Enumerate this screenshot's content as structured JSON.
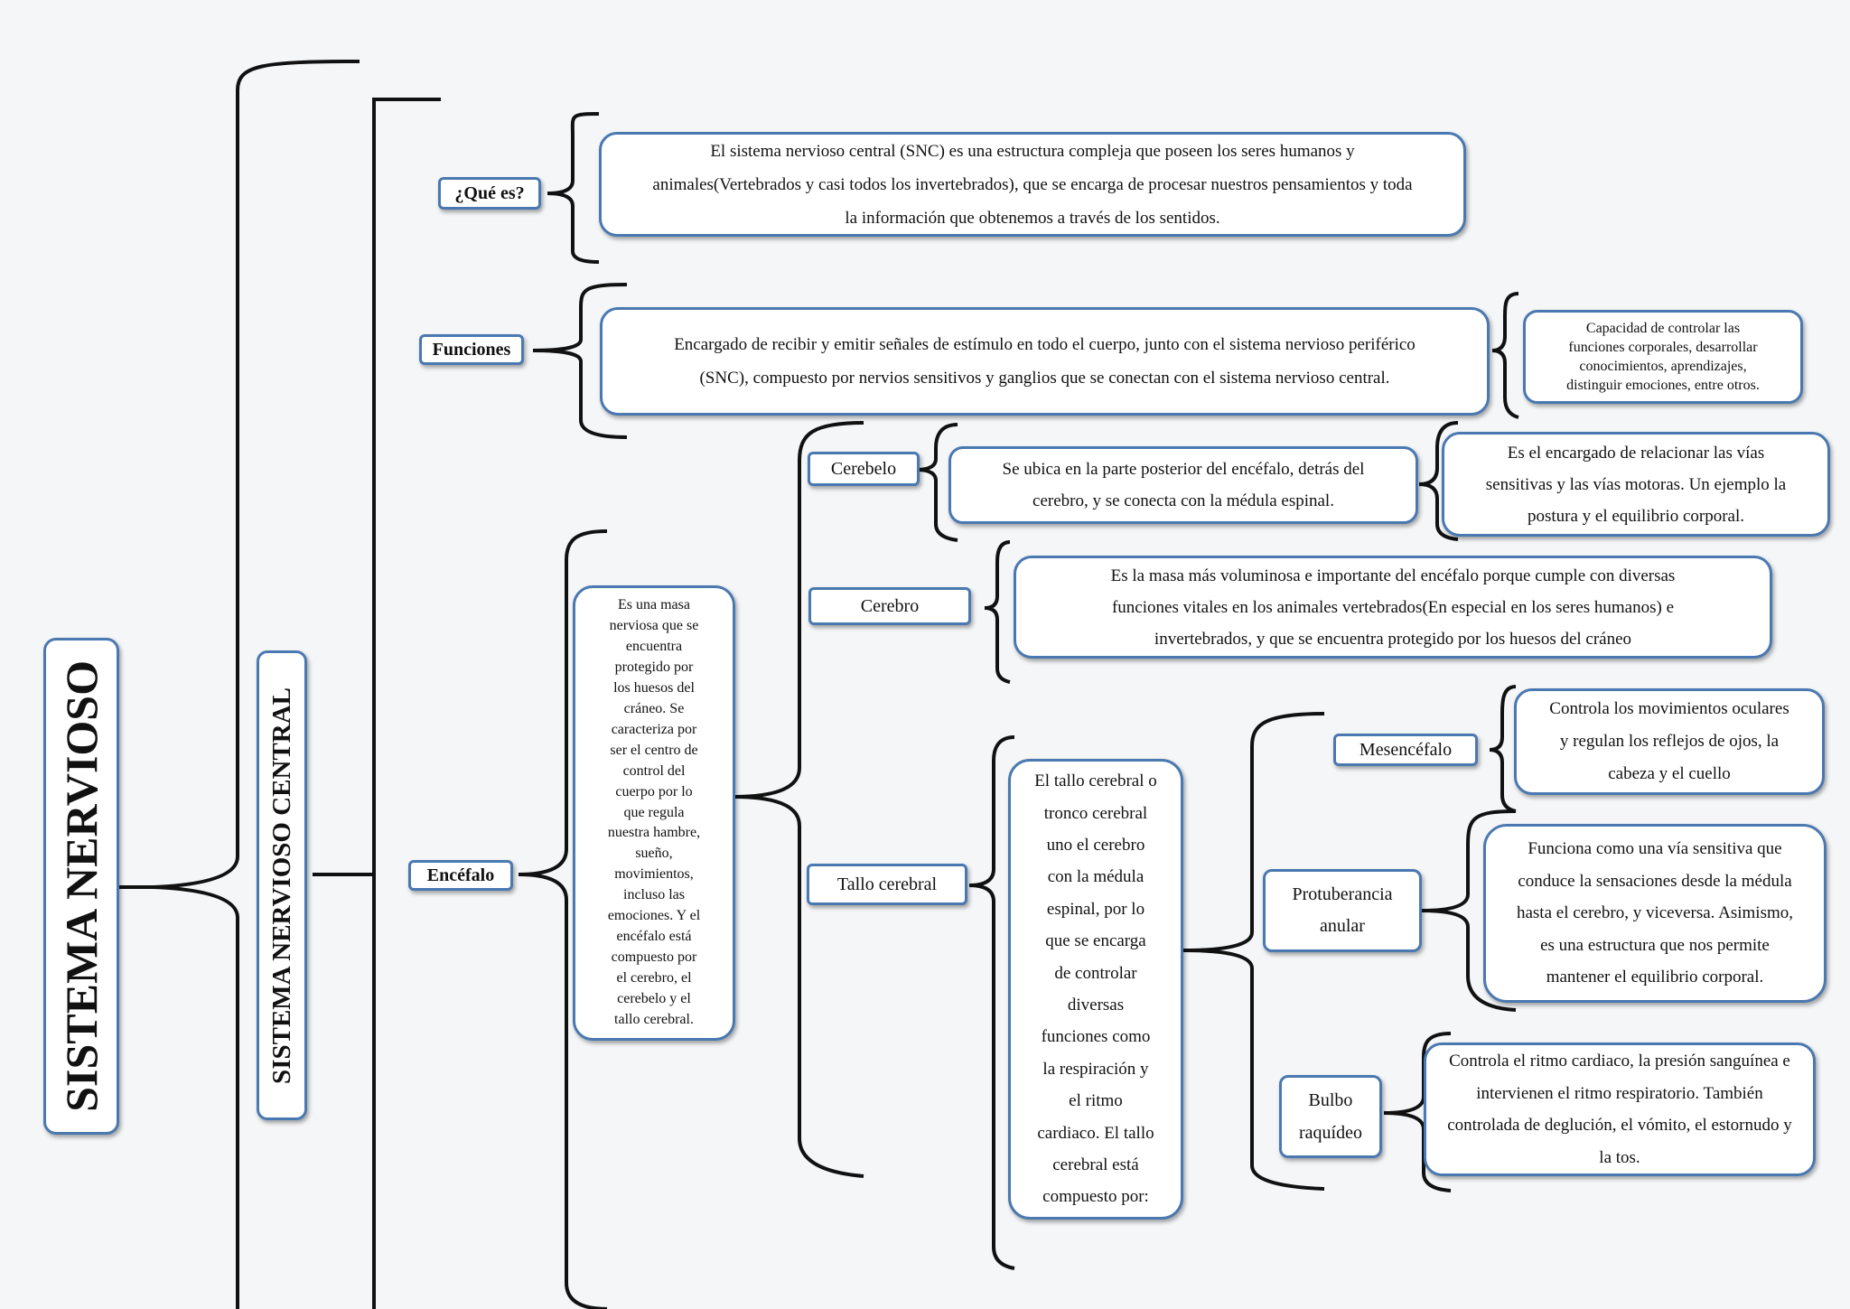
{
  "title": "SISTEMA NERVIOSO",
  "subtitle": "SISTEMA NERVIOSO CENTRAL",
  "que_es": {
    "label": "¿Qué es?",
    "text": "El sistema nervioso central (SNC) es una estructura compleja que poseen los seres humanos y\nanimales(Vertebrados y casi todos los invertebrados), que se encarga de procesar nuestros  pensamientos y toda\nla información que obtenemos a través de los sentidos."
  },
  "funciones": {
    "label": "Funciones",
    "text": "Encargado de recibir y emitir señales de estímulo en todo el cuerpo, junto con el sistema nervioso  periférico\n(SNC), compuesto por nervios sensitivos y ganglios que se conectan con el sistema nervioso  central.",
    "detail": "Capacidad de controlar las\nfunciones corporales, desarrollar\nconocimientos, aprendizajes,\ndistinguir emociones, entre otros."
  },
  "encefalo": {
    "label": "Encéfalo",
    "text": "Es una masa\nnerviosa que se\nencuentra\nprotegido por\nlos  huesos del\ncráneo.  Se\ncaracteriza por\nser el centro de\ncontrol del\ncuerpo  por lo\nque regula\nnuestra hambre,\nsueño,\nmovimientos,\nincluso las\nemociones. Y el\nencéfalo está\ncompuesto por\nel  cerebro, el\ncerebelo y el\ntallo  cerebral."
  },
  "cerebelo": {
    "label": "Cerebelo",
    "text": "Se ubica en la parte posterior del encéfalo, detrás del\ncerebro, y se conecta con la médula espinal.",
    "detail": "Es el encargado de relacionar las vías\nsensitivas y las vías motoras. Un ejemplo la\npostura y el equilibrio corporal."
  },
  "cerebro": {
    "label": "Cerebro",
    "text": "Es la masa más voluminosa e importante del encéfalo porque cumple con diversas\nfunciones vitales en los animales vertebrados(En especial en los seres humanos) e\ninvertebrados, y que se encuentra protegido por los huesos del cráneo"
  },
  "tallo": {
    "label": "Tallo cerebral",
    "text": "El tallo cerebral o\ntronco cerebral\nuno el cerebro\ncon la médula\nespinal, por lo\nque  se encarga\nde  controlar\ndiversas\nfunciones como\nla  respiración y\nel  ritmo\ncardiaco. El  tallo\ncerebral está\ncompuesto por:"
  },
  "mesencefalo": {
    "label": "Mesencéfalo",
    "text": "Controla los movimientos oculares\ny regulan los reflejos de ojos, la\ncabeza y el cuello"
  },
  "protuberancia": {
    "label": "Protuberancia\nanular",
    "text": "Funciona como una vía sensitiva que\nconduce la sensaciones desde la  médula\nhasta el cerebro, y viceversa.  Asimismo,\nes una estructura que nos  permite\nmantener el equilibrio corporal."
  },
  "bulbo": {
    "label": "Bulbo\nraquídeo",
    "text": "Controla el ritmo cardiaco, la presión  sanguínea e\nintervienen el ritmo respiratorio.  También\ncontrolada de deglución, el vómito, el  estornudo y\nla tos."
  },
  "colors": {
    "border": "#4a78b0",
    "line": "#111111",
    "background": "#f4f6f8"
  }
}
